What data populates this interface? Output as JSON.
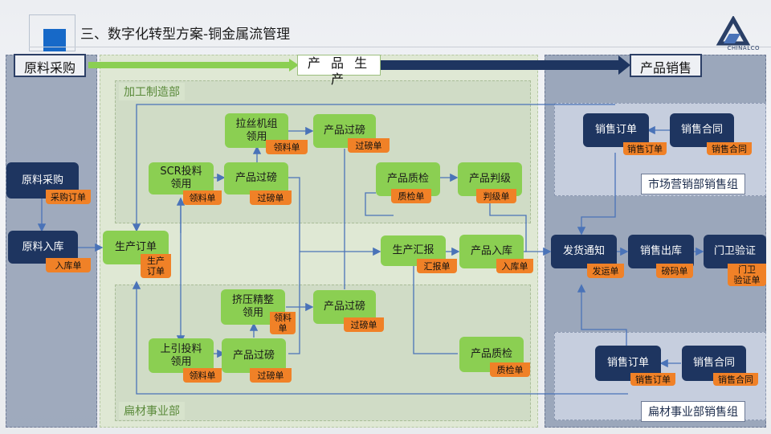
{
  "header": {
    "title": "三、数字化转型方案-铜金属流管理",
    "brand": "CHINALCO"
  },
  "phases": {
    "raw": "原料采购",
    "prod": "产 品 生 产",
    "sales": "产品销售"
  },
  "sections": {
    "processing": "加工制造部",
    "flat": "扁材事业部",
    "market": "市场营销部销售组",
    "flat_sales": "扁材事业部销售组"
  },
  "nodes": {
    "raw_purchase": "原料采购",
    "raw_purchase_tag": "采购订单",
    "raw_in": "原料入库",
    "raw_in_tag": "入库单",
    "prod_order": "生产订单",
    "prod_order_tag": "生产\n订单",
    "scr": "SCR投料\n领用",
    "scr_tag": "领料单",
    "weigh1": "产品过磅",
    "weigh1_tag": "过磅单",
    "draw": "拉丝机组\n领用",
    "draw_tag": "领料单",
    "weigh2": "产品过磅",
    "weigh2_tag": "过磅单",
    "qc1": "产品质检",
    "qc1_tag": "质检单",
    "grade": "产品判级",
    "grade_tag": "判级单",
    "report": "生产汇报",
    "report_tag": "汇报单",
    "stock_in": "产品入库",
    "stock_in_tag": "入库单",
    "extrude": "挤压精整\n领用",
    "extrude_tag": "领料\n单",
    "weigh3": "产品过磅",
    "weigh3_tag": "过磅单",
    "up": "上引投料\n领用",
    "up_tag": "领料单",
    "weigh4": "产品过磅",
    "weigh4_tag": "过磅单",
    "qc2": "产品质检",
    "qc2_tag": "质检单",
    "ship": "发货通知",
    "ship_tag": "发运单",
    "sale_out": "销售出库",
    "sale_out_tag": "磅码单",
    "gate": "门卫验证",
    "gate_tag": "门卫\n验证单",
    "so1": "销售订单",
    "so1_tag": "销售订单",
    "sc1": "销售合同",
    "sc1_tag": "销售合同",
    "so2": "销售订单",
    "so2_tag": "销售订单",
    "sc2": "销售合同",
    "sc2_tag": "销售合同"
  },
  "colors": {
    "dark": "#1e3560",
    "green": "#8bcf52",
    "tag": "#f08127",
    "arrow": "#4a73b8"
  }
}
